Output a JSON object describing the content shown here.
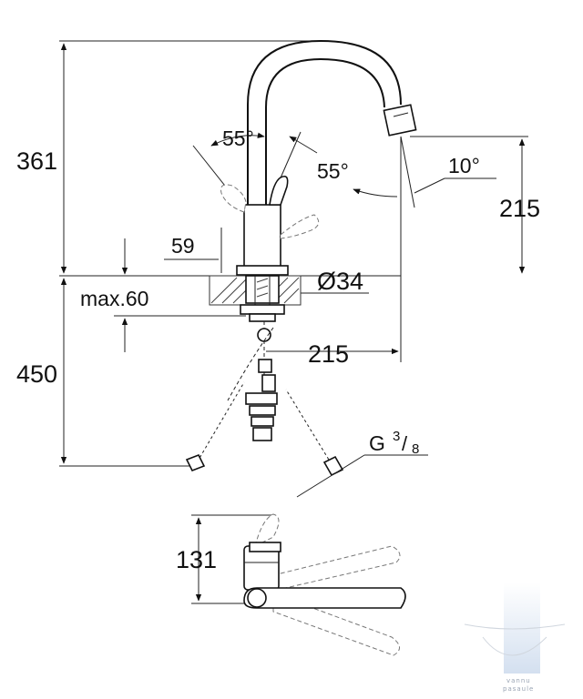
{
  "dimensions": {
    "height_total": "361",
    "height_spout": "215",
    "reach": "215",
    "hose_length": "450",
    "max_thickness": "max.60",
    "base_offset": "59",
    "hole_diameter": "Ø34",
    "angle_left": "55°",
    "angle_right": "55°",
    "angle_spout": "10°",
    "thread_g": "G",
    "thread_num": "3",
    "thread_den": "8",
    "depth_top": "131"
  },
  "watermark": {
    "line1": "vannu",
    "line2": "pasaule"
  },
  "colors": {
    "ink": "#111111",
    "ghost": "#777777",
    "watermark": "#a8bcd6"
  }
}
